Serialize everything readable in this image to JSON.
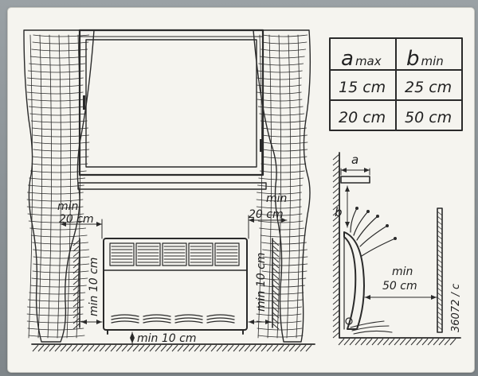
{
  "table": {
    "header_a": "a",
    "header_a_sub": "max",
    "header_b": "b",
    "header_b_sub": "min",
    "rows": [
      {
        "a": "15 cm",
        "b": "25 cm"
      },
      {
        "a": "20 cm",
        "b": "50 cm"
      }
    ]
  },
  "front_view": {
    "min_left_word": "min",
    "min_left_value": "20 cm",
    "min_right_word": "min",
    "min_right_value": "20 cm",
    "min_side_left": "min 10 cm",
    "min_side_right": "min 10 cm",
    "min_floor": "min 10 cm"
  },
  "side_view": {
    "label_a": "a",
    "label_b": "b",
    "min_word": "min",
    "min_value": "50 cm",
    "part_number": "36072 / c"
  },
  "colors": {
    "ink": "#2a2a2a",
    "label_background": "#f5f4ef",
    "surround": "#8d9396"
  }
}
